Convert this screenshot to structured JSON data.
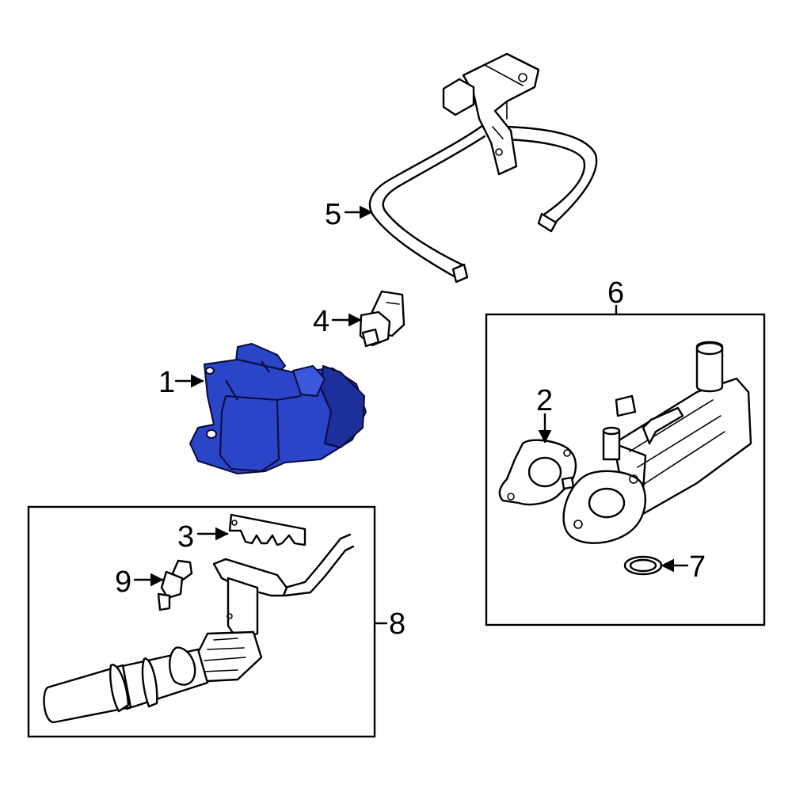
{
  "diagram": {
    "highlight_color": "#2b45c8",
    "highlight_dark": "#1c2f9a",
    "callouts": [
      {
        "id": "1",
        "label": "1"
      },
      {
        "id": "2",
        "label": "2"
      },
      {
        "id": "3",
        "label": "3"
      },
      {
        "id": "4",
        "label": "4"
      },
      {
        "id": "5",
        "label": "5"
      },
      {
        "id": "6",
        "label": "6"
      },
      {
        "id": "7",
        "label": "7"
      },
      {
        "id": "8",
        "label": "8"
      },
      {
        "id": "9",
        "label": "9"
      }
    ]
  }
}
